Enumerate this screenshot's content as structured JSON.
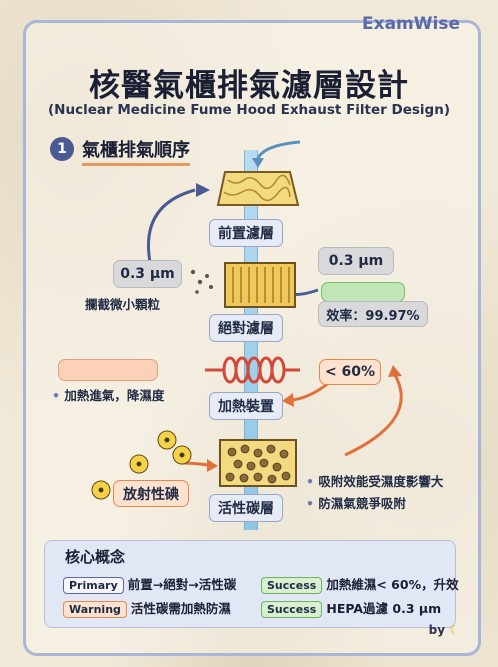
{
  "brand": "ExamWise",
  "title": "核醫氣櫃排氣濾層設計",
  "subtitle": "(Nuclear Medicine Fume Hood Exhaust Filter Design)",
  "section": {
    "number": "1",
    "title": "氣櫃排氣順序"
  },
  "stages": {
    "prefilter": "前置濾層",
    "hepa": "絕對濾層",
    "heater": "加熱裝置",
    "carbon": "活性碳層"
  },
  "annotations": {
    "left_size": "0.3 μm",
    "left_size_caption": "攔截微小顆粒",
    "right_size": "0.3 μm",
    "efficiency": "效率：99.97%",
    "heating_note": "加熱進氣，降濕度",
    "humidity_limit": "< 60%",
    "iodine_label": "放射性碘",
    "carbon_note_1": "吸附效能受濕度影響大",
    "carbon_note_2": "防濕氣競爭吸附"
  },
  "core": {
    "title": "核心概念",
    "items": [
      {
        "tag": "Primary",
        "text": "前置→絕對→活性碳"
      },
      {
        "tag": "Success",
        "text": "加熱維濕< 60%，升效"
      },
      {
        "tag": "Warning",
        "text": "活性碳需加熱防濕"
      },
      {
        "tag": "Success",
        "text": "HEPA過濾 0.3 μm"
      }
    ]
  },
  "byline": "by",
  "colors": {
    "accent": "#4a5a92",
    "orange": "#e48a4d",
    "green": "#6bb35c",
    "pipe": "#8fc6e6"
  }
}
